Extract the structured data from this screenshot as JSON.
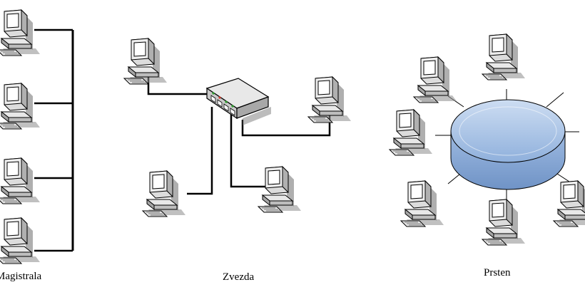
{
  "labels": {
    "bus": "Magistrala",
    "star": "Zvezda",
    "ring": "Prsten"
  },
  "colors": {
    "line": "#000000",
    "monitor": "#d9d9d9",
    "screen": "#ffffff",
    "shadow": "#8c8c8c",
    "ring_top": "#a9c4e6",
    "ring_side": "#7c9fd0",
    "hub": "#d4d4d4"
  },
  "icons": [
    "computer-icon",
    "hub-icon",
    "ring-icon"
  ]
}
